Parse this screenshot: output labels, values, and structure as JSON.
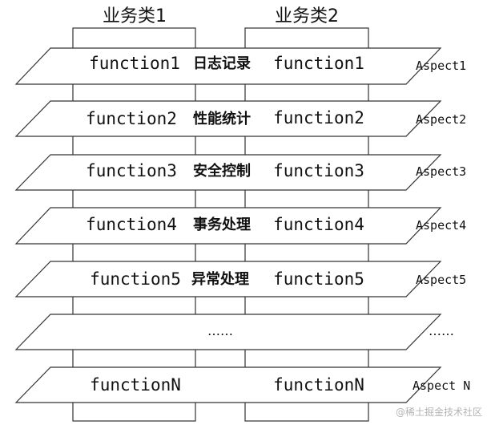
{
  "classes": [
    {
      "title": "业务类1"
    },
    {
      "title": "业务类2"
    }
  ],
  "layers": [
    {
      "left_fn": "function1",
      "aspect": "日志记录",
      "right_fn": "function1",
      "label": "Aspect1"
    },
    {
      "left_fn": "function2",
      "aspect": "性能统计",
      "right_fn": "function2",
      "label": "Aspect2"
    },
    {
      "left_fn": "function3",
      "aspect": "安全控制",
      "right_fn": "function3",
      "label": "Aspect3"
    },
    {
      "left_fn": "function4",
      "aspect": "事务处理",
      "right_fn": "function4",
      "label": "Aspect4"
    },
    {
      "left_fn": "function5",
      "aspect": "异常处理",
      "right_fn": "function5",
      "label": "Aspect5"
    },
    {
      "middle": "……",
      "label": "……"
    },
    {
      "left_fn": "functionN",
      "right_fn": "functionN",
      "label": "Aspect N"
    }
  ],
  "watermark": "@稀土掘金技术社区"
}
